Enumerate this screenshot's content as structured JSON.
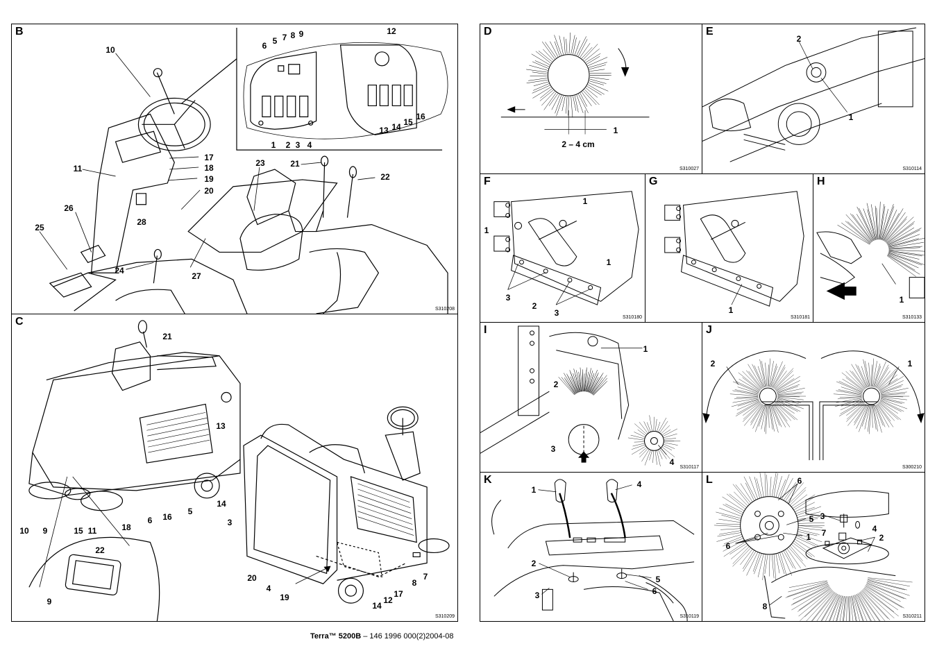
{
  "panels": [
    {
      "id": "B",
      "label": "B",
      "code": "S310208",
      "callouts": [
        "10",
        "6",
        "5",
        "7",
        "8",
        "9",
        "12",
        "1",
        "2",
        "3",
        "4",
        "13",
        "14",
        "15",
        "16",
        "17",
        "18",
        "19",
        "20",
        "11",
        "23",
        "21",
        "22",
        "26",
        "28",
        "25",
        "24",
        "27"
      ]
    },
    {
      "id": "C",
      "label": "C",
      "code": "S310209",
      "callouts": [
        "21",
        "13",
        "14",
        "3",
        "10",
        "9",
        "15",
        "11",
        "18",
        "6",
        "16",
        "5",
        "22",
        "9",
        "20",
        "4",
        "19",
        "14",
        "12",
        "17",
        "8",
        "7"
      ]
    },
    {
      "id": "D",
      "label": "D",
      "code": "S310027",
      "callouts": [
        "1",
        "2 – 4 cm"
      ]
    },
    {
      "id": "E",
      "label": "E",
      "code": "S310114",
      "callouts": [
        "2",
        "1"
      ]
    },
    {
      "id": "F",
      "label": "F",
      "code": "S310180",
      "callouts": [
        "1",
        "1",
        "1",
        "3",
        "2",
        "3"
      ]
    },
    {
      "id": "G",
      "label": "G",
      "code": "S310181",
      "callouts": [
        "1"
      ]
    },
    {
      "id": "H",
      "label": "H",
      "code": "S310133",
      "callouts": [
        "1"
      ]
    },
    {
      "id": "I",
      "label": "I",
      "code": "S310117",
      "callouts": [
        "1",
        "2",
        "3",
        "4"
      ]
    },
    {
      "id": "J",
      "label": "J",
      "code": "S300210",
      "callouts": [
        "2",
        "1"
      ]
    },
    {
      "id": "K",
      "label": "K",
      "code": "S310119",
      "callouts": [
        "1",
        "4",
        "2",
        "5",
        "6",
        "3"
      ]
    },
    {
      "id": "L",
      "label": "L",
      "code": "S310211",
      "callouts": [
        "6",
        "5",
        "3",
        "4",
        "7",
        "2",
        "6",
        "1",
        "8"
      ]
    }
  ],
  "footer": {
    "product": "Terra™ 5200B",
    "doc": " – 146 1996 000(2)2004-08"
  }
}
